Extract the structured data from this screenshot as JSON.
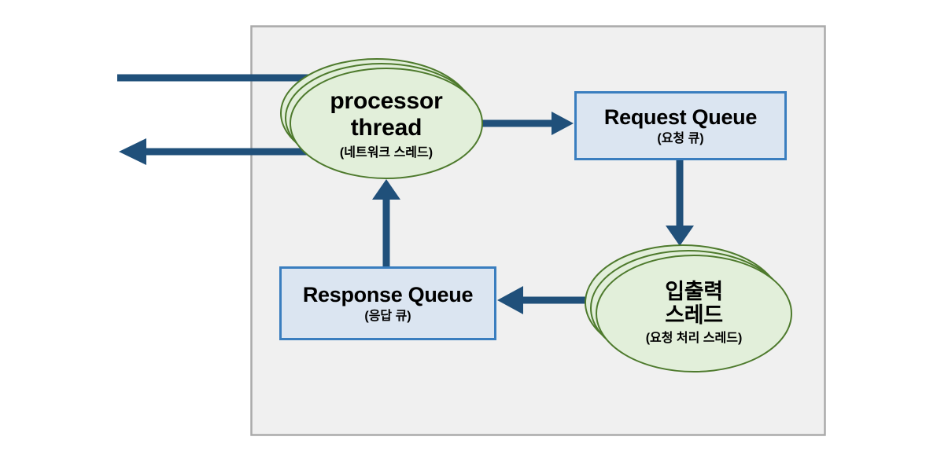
{
  "diagram": {
    "title": "thread-architecture-diagram",
    "colors": {
      "container_fill": "#f0f0f0",
      "container_border": "#aaaaaa",
      "ellipse_fill": "#e2efda",
      "ellipse_border": "#4e7a2d",
      "box_fill": "#dbe5f1",
      "box_border": "#3a7ebf",
      "arrow": "#20507a",
      "text": "#000000",
      "page_background": "#ffffff"
    },
    "container": {
      "name": "server-boundary"
    },
    "nodes": {
      "processor_thread": {
        "shape": "stacked-ellipse",
        "title": "processor\nthread",
        "subtitle": "(네트워크 스레드)"
      },
      "request_queue": {
        "shape": "rectangle",
        "title": "Request Queue",
        "subtitle": "(요청 큐)"
      },
      "io_thread": {
        "shape": "stacked-ellipse",
        "title": "입출력\n스레드",
        "subtitle": "(요청 처리 스레드)"
      },
      "response_queue": {
        "shape": "rectangle",
        "title": "Response Queue",
        "subtitle": "(응답 큐)"
      }
    },
    "edges": [
      {
        "name": "incoming-request-line",
        "from": "external-client",
        "to": "processor_thread",
        "arrowhead": "none",
        "direction": "right"
      },
      {
        "name": "outgoing-response-arrow",
        "from": "processor_thread",
        "to": "external-client",
        "arrowhead": "left",
        "direction": "left"
      },
      {
        "name": "processor-to-request-queue",
        "from": "processor_thread",
        "to": "request_queue",
        "arrowhead": "right",
        "direction": "right"
      },
      {
        "name": "request-queue-to-io-thread",
        "from": "request_queue",
        "to": "io_thread",
        "arrowhead": "down",
        "direction": "down"
      },
      {
        "name": "io-thread-to-response-queue",
        "from": "io_thread",
        "to": "response_queue",
        "arrowhead": "left",
        "direction": "left"
      },
      {
        "name": "response-queue-to-processor",
        "from": "response_queue",
        "to": "processor_thread",
        "arrowhead": "up",
        "direction": "up"
      }
    ]
  }
}
